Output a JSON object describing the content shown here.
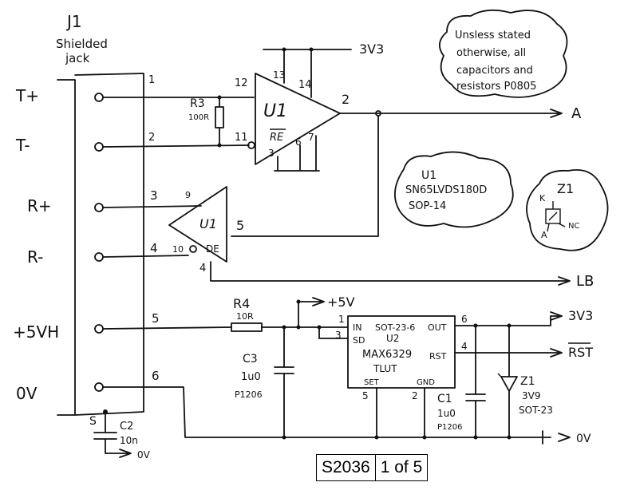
{
  "connector": {
    "ref": "J1",
    "line1": "Shielded",
    "line2": "jack"
  },
  "pins": [
    {
      "label": "T+",
      "num": "1"
    },
    {
      "label": "T-",
      "num": "2"
    },
    {
      "label": "R+",
      "num": "3"
    },
    {
      "label": "R-",
      "num": "4"
    },
    {
      "label": "+5VH",
      "num": "5"
    },
    {
      "label": "0V",
      "num": "6"
    }
  ],
  "shield": {
    "label": "S"
  },
  "rails": {
    "v33_top": "3V3",
    "v33_out": "3V3",
    "p5v": "+5V",
    "gnd": "0V",
    "gnd2": "0V"
  },
  "nets": {
    "a": "A",
    "lb": "LB",
    "rst": "RST"
  },
  "receiver": {
    "ref": "U1",
    "re": "RE",
    "pin_in_p": "12",
    "pin_in_n": "11",
    "pin_out": "2",
    "pin_13": "13",
    "pin_14": "14",
    "pin_3": "3",
    "pin_6": "6",
    "pin_7": "7"
  },
  "driver": {
    "ref": "U1",
    "de": "DE",
    "pin_in_p": "9",
    "pin_in_n": "10",
    "pin_out": "5",
    "pin_de": "4"
  },
  "r3": {
    "ref": "R3",
    "value": "100R"
  },
  "r4": {
    "ref": "R4",
    "value": "10R"
  },
  "c3": {
    "ref": "C3",
    "value": "1u0",
    "pkg": "P1206"
  },
  "c1": {
    "ref": "C1",
    "value": "1u0",
    "pkg": "P1206"
  },
  "c2": {
    "ref": "C2",
    "value": "10n"
  },
  "u2": {
    "ref": "U2",
    "pkg": "SOT-23-6",
    "part": "MAX6329",
    "part2": "TLUT",
    "in": "IN",
    "sd": "SD",
    "out": "OUT",
    "rst": "RST",
    "set": "SET",
    "gnd": "GND",
    "p1": "1",
    "p3": "3",
    "p6": "6",
    "p4": "4",
    "p5": "5",
    "p2": "2"
  },
  "z1": {
    "ref": "Z1",
    "value": "3V9",
    "pkg": "SOT-23"
  },
  "z1_pin": {
    "ref": "Z1",
    "k": "K",
    "a": "A",
    "nc": "NC"
  },
  "u1_note": {
    "ref": "U1",
    "part": "SN65LVDS180D",
    "pkg": "SOP-14"
  },
  "note": {
    "l1": "Unsless stated",
    "l2": "otherwise, all",
    "l3": "capacitors and",
    "l4": "resistors P0805"
  },
  "sheet": {
    "id": "S2036",
    "page": "1 of 5"
  }
}
